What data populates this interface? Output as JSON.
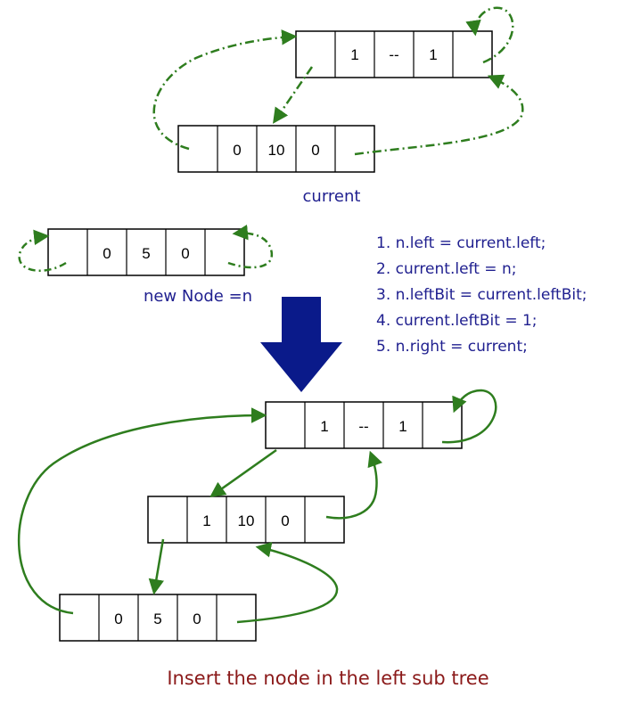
{
  "top_diagram": {
    "root_node": {
      "cells": [
        "",
        "1",
        "--",
        "1",
        ""
      ]
    },
    "current_node": {
      "cells": [
        "",
        "0",
        "10",
        "0",
        ""
      ]
    },
    "current_label": "current",
    "new_node": {
      "cells": [
        "",
        "0",
        "5",
        "0",
        ""
      ]
    },
    "new_node_label": "new Node =n"
  },
  "steps": [
    "1. n.left = current.left;",
    "2. current.left = n;",
    "3. n.leftBit = current.leftBit;",
    "4. current.leftBit = 1;",
    "5. n.right = current;"
  ],
  "bottom_diagram": {
    "root_node": {
      "cells": [
        "",
        "1",
        "--",
        "1",
        ""
      ]
    },
    "current_node": {
      "cells": [
        "",
        "1",
        "10",
        "0",
        ""
      ]
    },
    "new_node": {
      "cells": [
        "",
        "0",
        "5",
        "0",
        ""
      ]
    }
  },
  "caption": "Insert the node in the left sub tree",
  "colors": {
    "arrow_green": "#2e7d1e",
    "down_arrow": "#0a1a8a",
    "text_blue": "#1f1f8f",
    "caption_red": "#8b1a1a"
  }
}
